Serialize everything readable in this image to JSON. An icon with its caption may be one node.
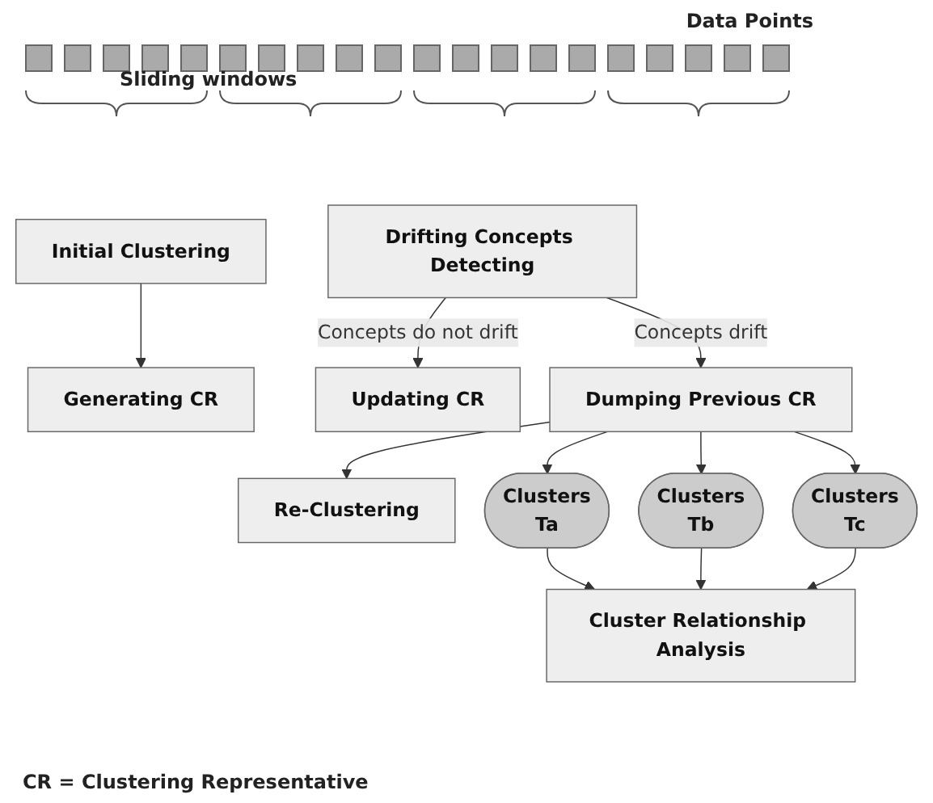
{
  "diagram": {
    "nodes": [
      {
        "text": [
          "Initial Clustering"
        ]
      },
      {
        "text": [
          "Drifting Concepts Detecting"
        ]
      },
      {
        "text": [
          "Generating CR"
        ]
      },
      {
        "text": [
          "Updating CR"
        ]
      },
      {
        "text": [
          "Dumping Previous CR"
        ]
      },
      {
        "text": [
          "Re-Clustering"
        ]
      },
      {
        "text": [
          "Clusters",
          "Ta"
        ]
      },
      {
        "text": [
          "Clusters",
          "Tb"
        ]
      },
      {
        "text": [
          "Clusters",
          "Tc"
        ]
      },
      {
        "text": [
          "Cluster Relationship Analysis"
        ]
      }
    ],
    "edges": [
      {
        "from": 0,
        "to": 2,
        "arrow": "to"
      },
      {
        "from": 1,
        "to": 3,
        "arrow": "to",
        "label": "Concepts do not drift"
      },
      {
        "from": 1,
        "to": 4,
        "arrow": "to",
        "label": "Concepts drift"
      },
      {
        "from": 4,
        "to": 5,
        "arrow": "to"
      },
      {
        "from": 4,
        "to": 6,
        "arrow": "to"
      },
      {
        "from": 4,
        "to": 7,
        "arrow": "to"
      },
      {
        "from": 4,
        "to": 8,
        "arrow": "to"
      },
      {
        "from": 6,
        "to": 9,
        "arrow": "to"
      },
      {
        "from": 7,
        "to": 9,
        "arrow": "to"
      },
      {
        "from": 8,
        "to": 9,
        "arrow": "to"
      }
    ],
    "labels": [
      "Data Points",
      "Sliding windows",
      "CR = Clustering Representative"
    ]
  }
}
